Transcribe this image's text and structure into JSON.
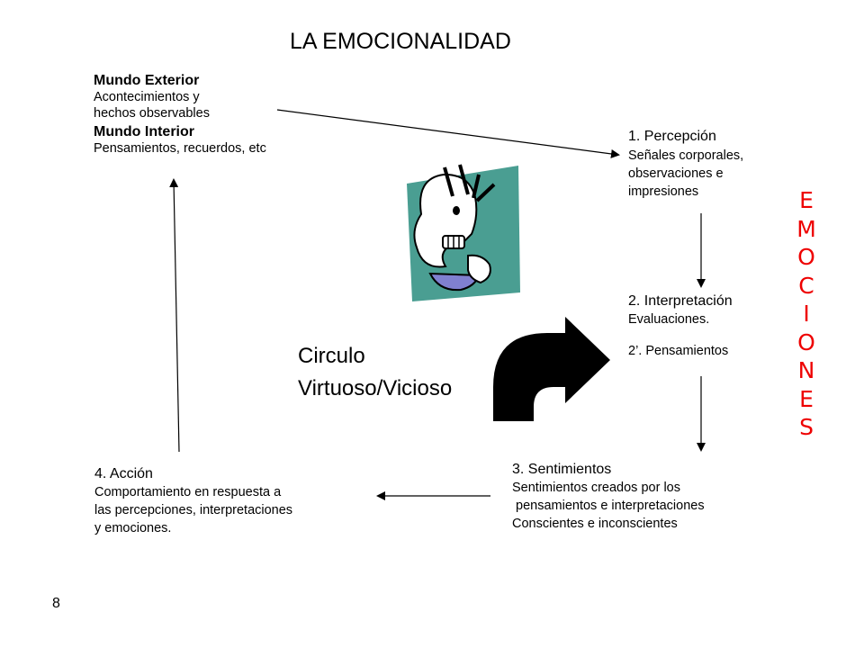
{
  "title": "LA EMOCIONALIDAD",
  "mundo": {
    "exterior_label": "Mundo Exterior",
    "exterior_lines": [
      "Acontecimientos y",
      "hechos observables"
    ],
    "interior_label": "Mundo Interior",
    "interior_text": "Pensamientos, recuerdos, etc"
  },
  "percepcion": {
    "label": "1. Percepción",
    "lines": [
      "Señales corporales,",
      "observaciones e",
      "impresiones"
    ]
  },
  "interpretacion": {
    "label": "2. Interpretación",
    "text": "Evaluaciones.",
    "extra": "2’. Pensamientos"
  },
  "sentimientos": {
    "label": "3. Sentimientos",
    "lines": [
      "Sentimientos creados por los",
      " pensamientos e interpretaciones",
      "Conscientes e inconscientes"
    ]
  },
  "accion": {
    "label": "4. Acción",
    "lines": [
      "Comportamiento en respuesta a",
      "las percepciones, interpretaciones",
      "y emociones."
    ]
  },
  "circulo": {
    "line1": "Circulo",
    "line2": "Virtuoso/Vicioso"
  },
  "emociones_letters": [
    "E",
    "M",
    "O",
    "C",
    "I",
    "O",
    "N",
    "E",
    "S"
  ],
  "page_number": "8",
  "colors": {
    "emociones": "#ee0000",
    "clipart_panel": "#4a9e92",
    "clipart_cup": "#8080d0"
  }
}
